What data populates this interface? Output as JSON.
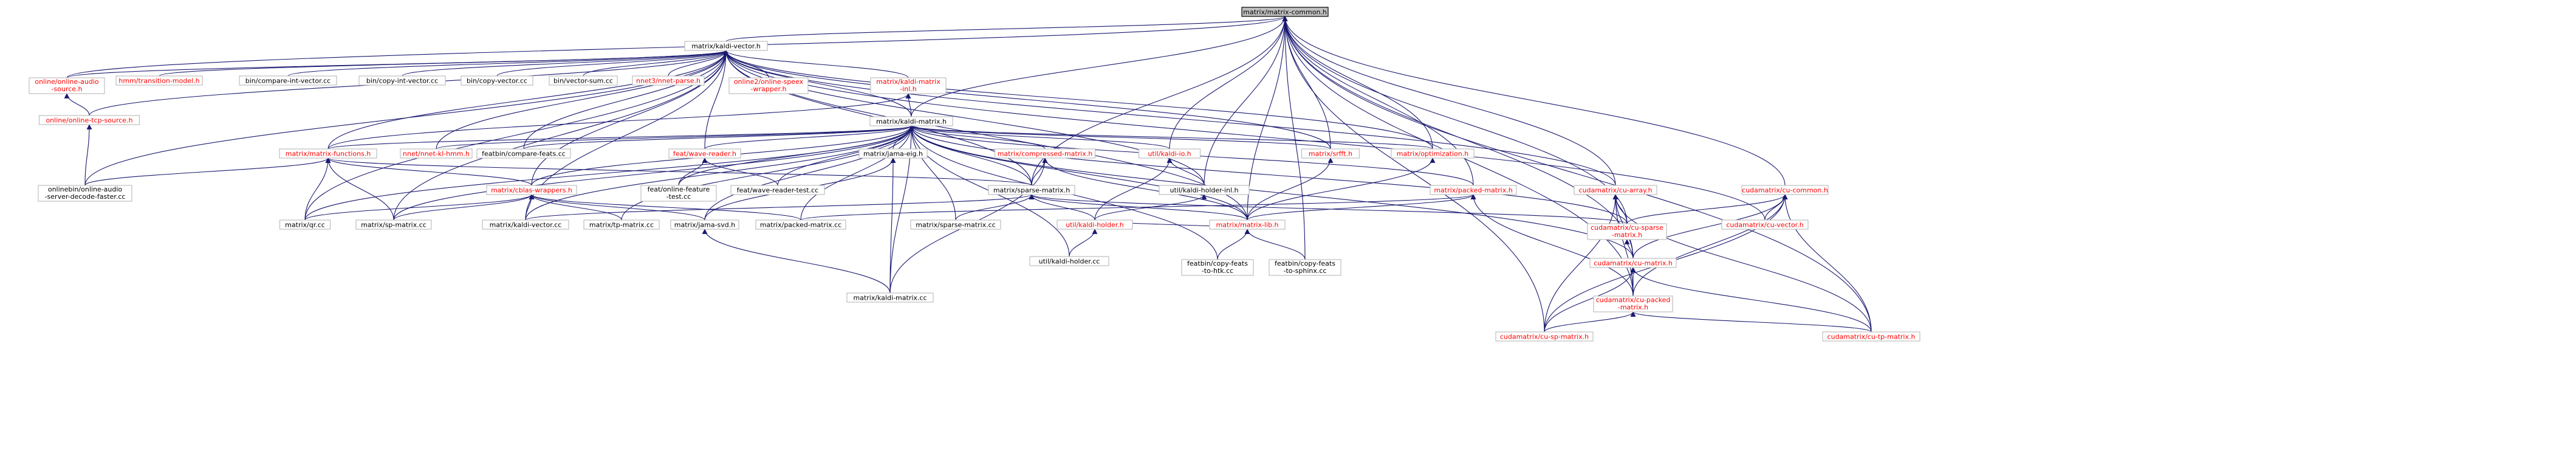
{
  "colors": {
    "edge": "#191970",
    "root_fill": "#bfbfbf",
    "node_border": "#bfbfbf",
    "text_documented": "#000000",
    "text_undocumented": "#ff0000"
  },
  "nodes": [
    {
      "id": "root",
      "label": [
        "matrix/matrix-common.h"
      ],
      "color": "black",
      "root": true
    },
    {
      "id": "kv",
      "label": [
        "matrix/kaldi-vector.h"
      ],
      "color": "black"
    },
    {
      "id": "oas",
      "label": [
        "online/online-audio",
        "-source.h"
      ],
      "color": "red"
    },
    {
      "id": "hmm",
      "label": [
        "hmm/transition-model.h"
      ],
      "color": "red"
    },
    {
      "id": "bciv",
      "label": [
        "bin/compare-int-vector.cc"
      ],
      "color": "black"
    },
    {
      "id": "bcpiv",
      "label": [
        "bin/copy-int-vector.cc"
      ],
      "color": "black"
    },
    {
      "id": "bcpv",
      "label": [
        "bin/copy-vector.cc"
      ],
      "color": "black"
    },
    {
      "id": "bvs",
      "label": [
        "bin/vector-sum.cc"
      ],
      "color": "black"
    },
    {
      "id": "nnet3",
      "label": [
        "nnet3/nnet-parse.h"
      ],
      "color": "red"
    },
    {
      "id": "o2sw",
      "label": [
        "online2/online-speex",
        "-wrapper.h"
      ],
      "color": "red"
    },
    {
      "id": "kmi",
      "label": [
        "matrix/kaldi-matrix",
        "-inl.h"
      ],
      "color": "red"
    },
    {
      "id": "otcp",
      "label": [
        "online/online-tcp-source.h"
      ],
      "color": "red"
    },
    {
      "id": "km",
      "label": [
        "matrix/kaldi-matrix.h"
      ],
      "color": "black"
    },
    {
      "id": "mf",
      "label": [
        "matrix/matrix-functions.h"
      ],
      "color": "red"
    },
    {
      "id": "nkl",
      "label": [
        "nnet/nnet-kl-hmm.h"
      ],
      "color": "red"
    },
    {
      "id": "fcf",
      "label": [
        "featbin/compare-feats.cc"
      ],
      "color": "black"
    },
    {
      "id": "fwr",
      "label": [
        "feat/wave-reader.h"
      ],
      "color": "red"
    },
    {
      "id": "jeig",
      "label": [
        "matrix/jama-eig.h"
      ],
      "color": "black"
    },
    {
      "id": "cm",
      "label": [
        "matrix/compressed-matrix.h"
      ],
      "color": "red"
    },
    {
      "id": "kio",
      "label": [
        "util/kaldi-io.h"
      ],
      "color": "red"
    },
    {
      "id": "srfft",
      "label": [
        "matrix/srfft.h"
      ],
      "color": "red"
    },
    {
      "id": "opt",
      "label": [
        "matrix/optimization.h"
      ],
      "color": "red"
    },
    {
      "id": "oad",
      "label": [
        "onlinebin/online-audio",
        "-server-decode-faster.cc"
      ],
      "color": "black"
    },
    {
      "id": "cblas",
      "label": [
        "matrix/cblas-wrappers.h"
      ],
      "color": "red"
    },
    {
      "id": "fof",
      "label": [
        "feat/online-feature",
        "-test.cc"
      ],
      "color": "black"
    },
    {
      "id": "fwrt",
      "label": [
        "feat/wave-reader-test.cc"
      ],
      "color": "black"
    },
    {
      "id": "sm",
      "label": [
        "matrix/sparse-matrix.h"
      ],
      "color": "black"
    },
    {
      "id": "khi",
      "label": [
        "util/kaldi-holder-inl.h"
      ],
      "color": "black"
    },
    {
      "id": "pm",
      "label": [
        "matrix/packed-matrix.h"
      ],
      "color": "red"
    },
    {
      "id": "cuarr",
      "label": [
        "cudamatrix/cu-array.h"
      ],
      "color": "red"
    },
    {
      "id": "cucom",
      "label": [
        "cudamatrix/cu-common.h"
      ],
      "color": "red"
    },
    {
      "id": "qr",
      "label": [
        "matrix/qr.cc"
      ],
      "color": "black"
    },
    {
      "id": "spm",
      "label": [
        "matrix/sp-matrix.cc"
      ],
      "color": "black"
    },
    {
      "id": "kvcc",
      "label": [
        "matrix/kaldi-vector.cc"
      ],
      "color": "black"
    },
    {
      "id": "tpm",
      "label": [
        "matrix/tp-matrix.cc"
      ],
      "color": "black"
    },
    {
      "id": "jsvd",
      "label": [
        "matrix/jama-svd.h"
      ],
      "color": "black"
    },
    {
      "id": "pmcc",
      "label": [
        "matrix/packed-matrix.cc"
      ],
      "color": "black"
    },
    {
      "id": "smcc",
      "label": [
        "matrix/sparse-matrix.cc"
      ],
      "color": "black"
    },
    {
      "id": "kh",
      "label": [
        "util/kaldi-holder.h"
      ],
      "color": "red"
    },
    {
      "id": "mlib",
      "label": [
        "matrix/matrix-lib.h"
      ],
      "color": "red"
    },
    {
      "id": "cusp",
      "label": [
        "cudamatrix/cu-sparse",
        "-matrix.h"
      ],
      "color": "red"
    },
    {
      "id": "cuvec",
      "label": [
        "cudamatrix/cu-vector.h"
      ],
      "color": "red"
    },
    {
      "id": "khcc",
      "label": [
        "util/kaldi-holder.cc"
      ],
      "color": "black"
    },
    {
      "id": "fhtk",
      "label": [
        "featbin/copy-feats",
        "-to-htk.cc"
      ],
      "color": "black"
    },
    {
      "id": "fsph",
      "label": [
        "featbin/copy-feats",
        "-to-sphinx.cc"
      ],
      "color": "black"
    },
    {
      "id": "cumat",
      "label": [
        "cudamatrix/cu-matrix.h"
      ],
      "color": "red"
    },
    {
      "id": "kmcc",
      "label": [
        "matrix/kaldi-matrix.cc"
      ],
      "color": "black"
    },
    {
      "id": "cupk",
      "label": [
        "cudamatrix/cu-packed",
        "-matrix.h"
      ],
      "color": "red"
    },
    {
      "id": "cuspm",
      "label": [
        "cudamatrix/cu-sp-matrix.h"
      ],
      "color": "red"
    },
    {
      "id": "cutp",
      "label": [
        "cudamatrix/cu-tp-matrix.h"
      ],
      "color": "red"
    }
  ],
  "edges": [
    [
      "kv",
      "root"
    ],
    [
      "km",
      "root"
    ],
    [
      "kio",
      "root"
    ],
    [
      "srfft",
      "root"
    ],
    [
      "opt",
      "root"
    ],
    [
      "sm",
      "root"
    ],
    [
      "pm",
      "root"
    ],
    [
      "cuarr",
      "root"
    ],
    [
      "cucom",
      "root"
    ],
    [
      "cusp",
      "root"
    ],
    [
      "cumat",
      "root"
    ],
    [
      "cutp",
      "root"
    ],
    [
      "oas",
      "root"
    ],
    [
      "mlib",
      "root"
    ],
    [
      "khi",
      "root"
    ],
    [
      "cupk",
      "root"
    ],
    [
      "cuspm",
      "root"
    ],
    [
      "fsph",
      "root"
    ],
    [
      "oas",
      "kv"
    ],
    [
      "hmm",
      "kv"
    ],
    [
      "bciv",
      "kv"
    ],
    [
      "bcpiv",
      "kv"
    ],
    [
      "bcpv",
      "kv"
    ],
    [
      "bvs",
      "kv"
    ],
    [
      "nnet3",
      "kv"
    ],
    [
      "o2sw",
      "kv"
    ],
    [
      "kmi",
      "kv"
    ],
    [
      "otcp",
      "kv"
    ],
    [
      "mf",
      "kv"
    ],
    [
      "nkl",
      "kv"
    ],
    [
      "fcf",
      "kv"
    ],
    [
      "fwr",
      "kv"
    ],
    [
      "oad",
      "kv"
    ],
    [
      "cblas",
      "kv"
    ],
    [
      "qr",
      "kv"
    ],
    [
      "spm",
      "kv"
    ],
    [
      "kvcc",
      "kv"
    ],
    [
      "mlib",
      "kv"
    ],
    [
      "cuvec",
      "kv"
    ],
    [
      "srfft",
      "kv"
    ],
    [
      "opt",
      "kv"
    ],
    [
      "cuarr",
      "kv"
    ],
    [
      "sm",
      "kv"
    ],
    [
      "km",
      "kv"
    ],
    [
      "khi",
      "kv"
    ],
    [
      "otcp",
      "oas"
    ],
    [
      "oad",
      "otcp"
    ],
    [
      "km",
      "kmi"
    ],
    [
      "mf",
      "km"
    ],
    [
      "nkl",
      "km"
    ],
    [
      "fcf",
      "km"
    ],
    [
      "fwr",
      "km"
    ],
    [
      "jeig",
      "km"
    ],
    [
      "cm",
      "km"
    ],
    [
      "kio",
      "km"
    ],
    [
      "srfft",
      "km"
    ],
    [
      "opt",
      "km"
    ],
    [
      "cblas",
      "km"
    ],
    [
      "sm",
      "km"
    ],
    [
      "fof",
      "km"
    ],
    [
      "fwrt",
      "km"
    ],
    [
      "qr",
      "km"
    ],
    [
      "spm",
      "km"
    ],
    [
      "kvcc",
      "km"
    ],
    [
      "tpm",
      "km"
    ],
    [
      "jsvd",
      "km"
    ],
    [
      "pmcc",
      "km"
    ],
    [
      "smcc",
      "km"
    ],
    [
      "kmcc",
      "km"
    ],
    [
      "mlib",
      "km"
    ],
    [
      "khcc",
      "km"
    ],
    [
      "fhtk",
      "km"
    ],
    [
      "cusp",
      "km"
    ],
    [
      "cumat",
      "km"
    ],
    [
      "pm",
      "km"
    ],
    [
      "mf",
      "kmi"
    ],
    [
      "qr",
      "mf"
    ],
    [
      "spm",
      "mf"
    ],
    [
      "oad",
      "mf"
    ],
    [
      "sm",
      "mf"
    ],
    [
      "cblas",
      "mf"
    ],
    [
      "fof",
      "fwr"
    ],
    [
      "fwrt",
      "fwr"
    ],
    [
      "jsvd",
      "jeig"
    ],
    [
      "kmcc",
      "jeig"
    ],
    [
      "sm",
      "cm"
    ],
    [
      "mlib",
      "cm"
    ],
    [
      "kmcc",
      "cm"
    ],
    [
      "kh",
      "kio"
    ],
    [
      "khi",
      "kio"
    ],
    [
      "mlib",
      "srfft"
    ],
    [
      "mlib",
      "opt"
    ],
    [
      "qr",
      "cblas"
    ],
    [
      "spm",
      "cblas"
    ],
    [
      "kvcc",
      "cblas"
    ],
    [
      "tpm",
      "cblas"
    ],
    [
      "pmcc",
      "cblas"
    ],
    [
      "jsvd",
      "cblas"
    ],
    [
      "smcc",
      "sm"
    ],
    [
      "kh",
      "sm"
    ],
    [
      "mlib",
      "sm"
    ],
    [
      "cusp",
      "sm"
    ],
    [
      "kvcc",
      "sm"
    ],
    [
      "khcc",
      "kh"
    ],
    [
      "kh",
      "khi"
    ],
    [
      "fhtk",
      "mlib"
    ],
    [
      "fsph",
      "mlib"
    ],
    [
      "kh",
      "mlib"
    ],
    [
      "mlib",
      "pm"
    ],
    [
      "cupk",
      "pm"
    ],
    [
      "pmcc",
      "pm"
    ],
    [
      "cusp",
      "cuarr"
    ],
    [
      "cumat",
      "cuarr"
    ],
    [
      "cupk",
      "cuarr"
    ],
    [
      "cuspm",
      "cuarr"
    ],
    [
      "cutp",
      "cuarr"
    ],
    [
      "cuvec",
      "cucom"
    ],
    [
      "cusp",
      "cucom"
    ],
    [
      "cumat",
      "cucom"
    ],
    [
      "cupk",
      "cucom"
    ],
    [
      "cuspm",
      "cucom"
    ],
    [
      "cutp",
      "cucom"
    ],
    [
      "cumat",
      "cusp"
    ],
    [
      "cupk",
      "cumat"
    ],
    [
      "cuspm",
      "cumat"
    ],
    [
      "cutp",
      "cumat"
    ],
    [
      "cuspm",
      "cupk"
    ],
    [
      "cutp",
      "cupk"
    ],
    [
      "kmcc",
      "jsvd"
    ]
  ]
}
